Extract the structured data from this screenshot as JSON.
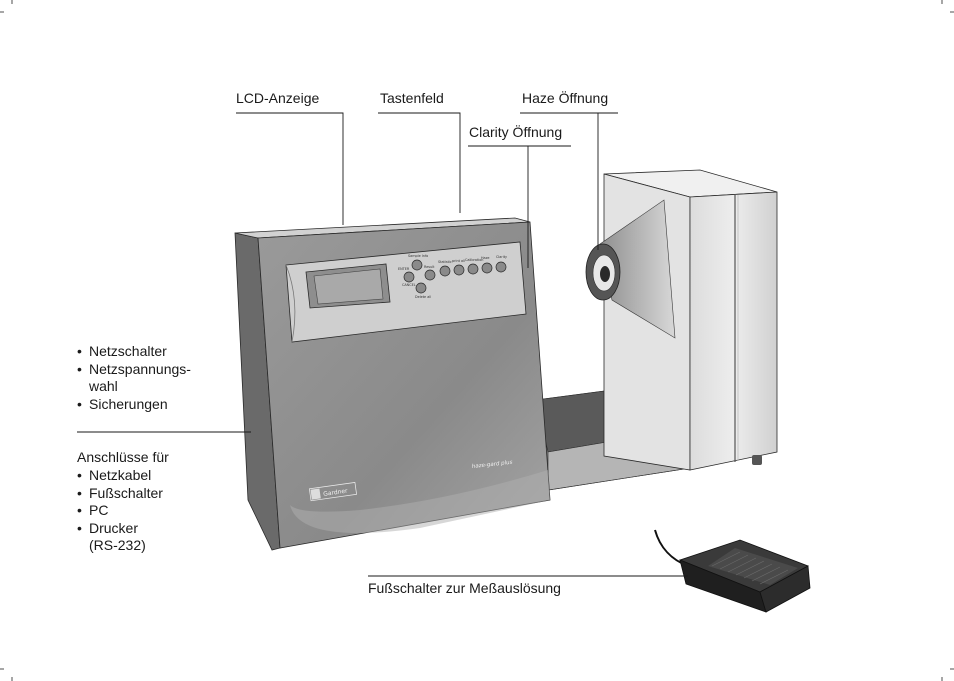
{
  "labels": {
    "lcd": "LCD-Anzeige",
    "keypad": "Tastenfeld",
    "haze": "Haze Öffnung",
    "clarity": "Clarity Öffnung",
    "footswitch": "Fußschalter zur Meßauslösung"
  },
  "power_group": [
    "Netzschalter",
    "Netzspannungs-",
    "wahl",
    "Sicherungen"
  ],
  "connections": {
    "title": "Anschlüsse für",
    "items": [
      "Netzkabel",
      "Fußschalter",
      "PC",
      "Drucker",
      "(RS-232)"
    ]
  },
  "device": {
    "brand": "Gardner",
    "model": "haze-gard plus",
    "keys": [
      "Sample Info",
      "ENTER",
      "Result",
      "CANCEL",
      "Delete all",
      "Statistic",
      "print all",
      "Calibration",
      "Haze",
      "Clarity"
    ]
  },
  "colors": {
    "device_front": "#8c8c8c",
    "device_dark": "#5f5f5f",
    "panel": "#c9c9c9",
    "lcd": "#a8a8a8",
    "leader": "#1a1a1a"
  }
}
